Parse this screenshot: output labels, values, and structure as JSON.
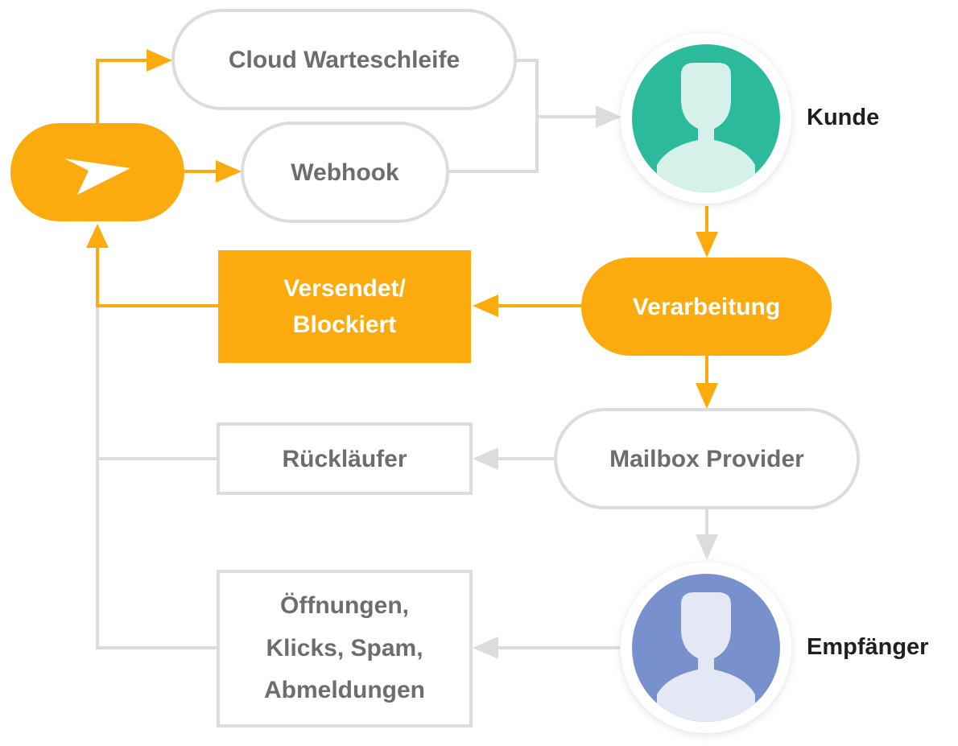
{
  "nodes": {
    "cloud_queue": "Cloud Warteschleife",
    "webhook": "Webhook",
    "customer": "Kunde",
    "sent_blocked": [
      "Versendet/",
      "Blockiert"
    ],
    "processing": "Verarbeitung",
    "bounces": "Rückläufer",
    "mailbox_provider": "Mailbox Provider",
    "events": [
      "Öffnungen,",
      "Klicks, Spam,",
      "Abmeldungen"
    ],
    "recipient": "Empfänger"
  },
  "icons": {
    "sender": "paper-plane-icon",
    "customer": "person-avatar-icon",
    "recipient": "person-avatar-icon"
  },
  "colors": {
    "accent": "#fbab0d",
    "inactive": "#dcdcdc",
    "customer_avatar": "#2bbb9c",
    "recipient_avatar": "#7890cc"
  }
}
